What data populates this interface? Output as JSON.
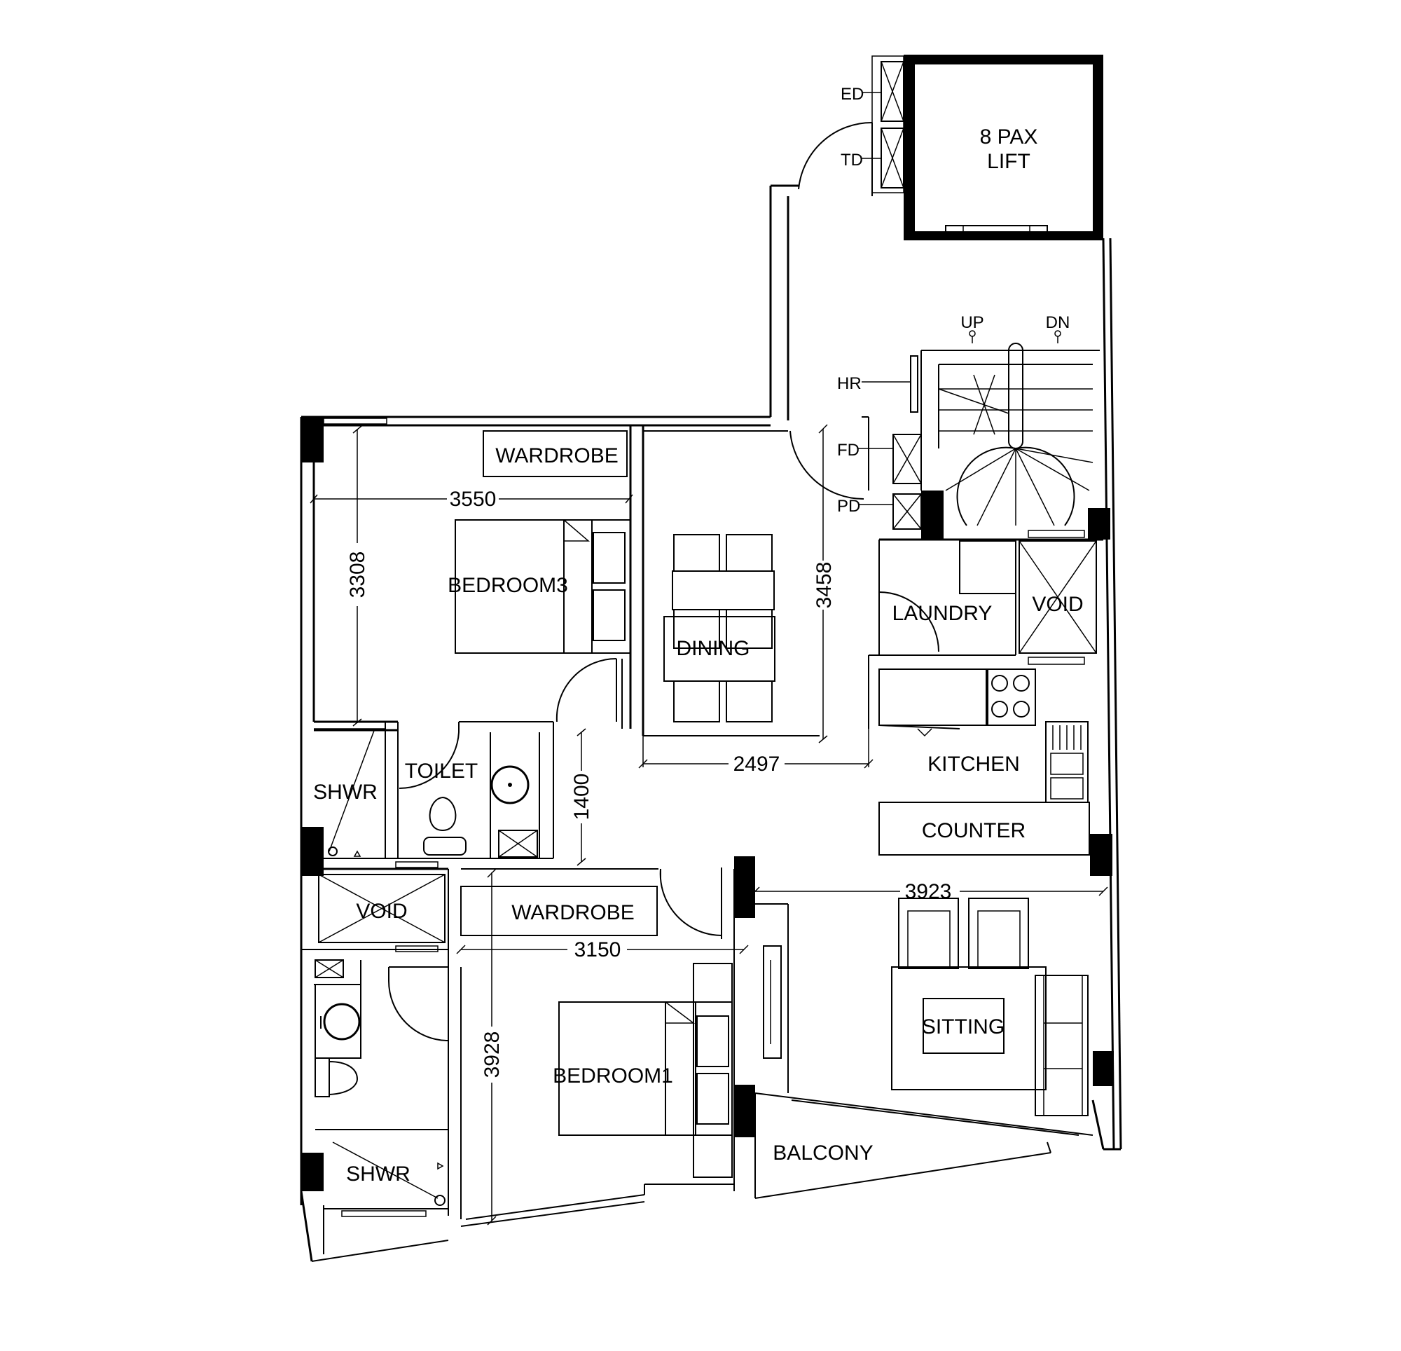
{
  "lift": {
    "line1": "8 PAX",
    "line2": "LIFT"
  },
  "lift_doors": {
    "ed": "ED",
    "td": "TD"
  },
  "stair": {
    "up": "UP",
    "dn": "DN",
    "hr": "HR",
    "fd": "FD",
    "pd": "PD"
  },
  "rooms": {
    "wardrobe_top": "WARDROBE",
    "bedroom3": "BEDROOM3",
    "dining": "DINING",
    "laundry": "LAUNDRY",
    "void_right": "VOID",
    "kitchen": "KITCHEN",
    "counter": "COUNTER",
    "toilet": "TOILET",
    "shwr_top": "SHWR",
    "void_left": "VOID",
    "wardrobe_bottom": "WARDROBE",
    "bedroom1": "BEDROOM1",
    "sitting": "SITTING",
    "balcony": "BALCONY",
    "shwr_bottom": "SHWR"
  },
  "dimensions": {
    "bedroom3_width": "3550",
    "bedroom3_depth": "3308",
    "dining_depth": "3458",
    "dining_width": "2497",
    "corridor": "1400",
    "sitting_width": "3923",
    "bedroom1_width": "3150",
    "bedroom1_depth": "3928"
  }
}
